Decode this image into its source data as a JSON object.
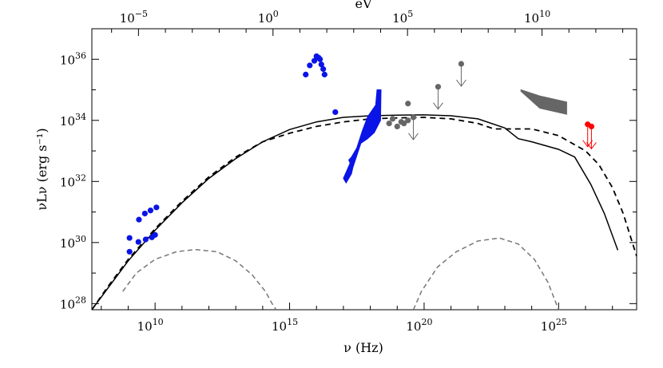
{
  "chart_data": {
    "type": "scatter",
    "xlabel": "ν (Hz)",
    "ylabel": "νLν (erg s⁻¹)",
    "top_xlabel": "eV",
    "xlim": [
      7.65,
      27.9
    ],
    "ylim": [
      27.8,
      37.0
    ],
    "x_scale": "log",
    "y_scale": "log",
    "grid": false,
    "legend": "none",
    "x_ticks": [
      10,
      15,
      20,
      25
    ],
    "x_tick_labels": [
      "10",
      "15",
      "20",
      "25"
    ],
    "y_ticks": [
      28,
      30,
      32,
      34,
      36
    ],
    "y_tick_labels": [
      "28",
      "30",
      "32",
      "34",
      "36"
    ],
    "top_ticks_logeV": [
      -5,
      0,
      5,
      10
    ],
    "top_tick_labels": [
      "−5",
      "0",
      "5",
      "10"
    ],
    "tick_base": "10",
    "colors": {
      "blue": "#0a14e6",
      "gray": "#666666",
      "red": "#ff0000",
      "line": "#000000",
      "dashed_gray": "#777777"
    },
    "series": [
      {
        "style": "solid-black",
        "points": [
          [
            7.65,
            27.8
          ],
          [
            8.2,
            28.45
          ],
          [
            9,
            29.4
          ],
          [
            10,
            30.4
          ],
          [
            11,
            31.3
          ],
          [
            12,
            32.1
          ],
          [
            13,
            32.75
          ],
          [
            14,
            33.3
          ],
          [
            15,
            33.7
          ],
          [
            16,
            33.95
          ],
          [
            17,
            34.1
          ],
          [
            18,
            34.15
          ],
          [
            19,
            34.17
          ],
          [
            20,
            34.18
          ],
          [
            21,
            34.15
          ],
          [
            22,
            34.05
          ],
          [
            23,
            33.75
          ],
          [
            23.5,
            33.4
          ],
          [
            24,
            33.3
          ],
          [
            25,
            33.05
          ],
          [
            25.6,
            32.8
          ],
          [
            26.2,
            31.9
          ],
          [
            26.7,
            30.95
          ],
          [
            27.2,
            29.75
          ]
        ]
      },
      {
        "style": "dashed-black",
        "points": [
          [
            7.65,
            27.8
          ],
          [
            8.2,
            28.5
          ],
          [
            9,
            29.45
          ],
          [
            10,
            30.45
          ],
          [
            11,
            31.35
          ],
          [
            12,
            32.15
          ],
          [
            13,
            32.8
          ],
          [
            14,
            33.3
          ],
          [
            15,
            33.58
          ],
          [
            16,
            33.8
          ],
          [
            17,
            33.95
          ],
          [
            18,
            34.05
          ],
          [
            19,
            34.08
          ],
          [
            20,
            34.1
          ],
          [
            21,
            34.05
          ],
          [
            22,
            33.9
          ],
          [
            22.6,
            33.72
          ],
          [
            23,
            33.72
          ],
          [
            24,
            33.72
          ],
          [
            25,
            33.5
          ],
          [
            26,
            33.0
          ],
          [
            26.5,
            32.55
          ],
          [
            27,
            31.8
          ],
          [
            27.4,
            30.95
          ],
          [
            27.9,
            29.55
          ]
        ]
      },
      {
        "style": "dashed-gray",
        "points": [
          [
            8.8,
            28.4
          ],
          [
            9.3,
            29.0
          ],
          [
            10,
            29.45
          ],
          [
            10.8,
            29.7
          ],
          [
            11.5,
            29.77
          ],
          [
            12.3,
            29.7
          ],
          [
            13,
            29.4
          ],
          [
            13.6,
            28.95
          ],
          [
            14.1,
            28.4
          ],
          [
            14.35,
            28.0
          ],
          [
            14.5,
            27.8
          ]
        ]
      },
      {
        "style": "dashed-gray",
        "points": [
          [
            19.6,
            27.8
          ],
          [
            19.9,
            28.4
          ],
          [
            20.5,
            29.2
          ],
          [
            21.2,
            29.7
          ],
          [
            22,
            30.05
          ],
          [
            22.8,
            30.15
          ],
          [
            23.5,
            29.95
          ],
          [
            24.1,
            29.45
          ],
          [
            24.6,
            28.7
          ],
          [
            25,
            27.8
          ]
        ]
      }
    ],
    "blue_points": [
      [
        16.13,
        36.0
      ],
      [
        15.92,
        35.95
      ],
      [
        16.0,
        36.1
      ],
      [
        16.08,
        36.05
      ],
      [
        16.18,
        35.83
      ],
      [
        15.75,
        35.8
      ],
      [
        16.25,
        35.68
      ],
      [
        15.6,
        35.5
      ],
      [
        16.3,
        35.5
      ],
      [
        16.7,
        34.27
      ],
      [
        10.05,
        31.15
      ],
      [
        9.83,
        31.05
      ],
      [
        9.62,
        30.95
      ],
      [
        9.4,
        30.75
      ],
      [
        10.0,
        30.25
      ],
      [
        9.88,
        30.17
      ],
      [
        9.65,
        30.1
      ],
      [
        9.38,
        30.02
      ],
      [
        9.05,
        30.15
      ],
      [
        9.05,
        29.7
      ]
    ],
    "gray_points": [
      [
        18.83,
        34.05
      ],
      [
        18.7,
        33.9
      ],
      [
        19.0,
        33.8
      ],
      [
        19.15,
        33.95
      ],
      [
        19.25,
        33.9
      ],
      [
        19.4,
        34.0
      ],
      [
        19.6,
        34.1
      ],
      [
        19.4,
        34.55
      ],
      [
        20.52,
        35.1
      ],
      [
        21.38,
        35.85
      ]
    ],
    "gray_upper_limits": [
      [
        20.52,
        35.1
      ],
      [
        21.38,
        35.85
      ],
      [
        19.6,
        34.1
      ]
    ],
    "red_points": [
      [
        26.08,
        33.87
      ],
      [
        26.22,
        33.8
      ]
    ],
    "red_upper_limits": [
      [
        26.08,
        33.87
      ],
      [
        26.22,
        33.8
      ]
    ],
    "blue_bowtie": [
      [
        17.2,
        32.7
      ],
      [
        17.3,
        32.8
      ],
      [
        17.5,
        33.1
      ],
      [
        17.7,
        33.65
      ],
      [
        17.9,
        34.12
      ],
      [
        18.2,
        34.5
      ],
      [
        18.25,
        35.0
      ],
      [
        18.4,
        35.0
      ],
      [
        18.38,
        34.0
      ],
      [
        18.15,
        33.6
      ],
      [
        17.9,
        33.4
      ],
      [
        17.65,
        33.25
      ],
      [
        17.35,
        32.45
      ],
      [
        17.3,
        32.25
      ],
      [
        17.1,
        31.95
      ],
      [
        17.0,
        32.1
      ],
      [
        17.25,
        32.6
      ]
    ],
    "gray_bowtie": [
      [
        23.6,
        35.0
      ],
      [
        24.3,
        34.8
      ],
      [
        25.3,
        34.6
      ],
      [
        25.3,
        34.2
      ],
      [
        24.3,
        34.4
      ],
      [
        23.6,
        34.95
      ]
    ]
  }
}
